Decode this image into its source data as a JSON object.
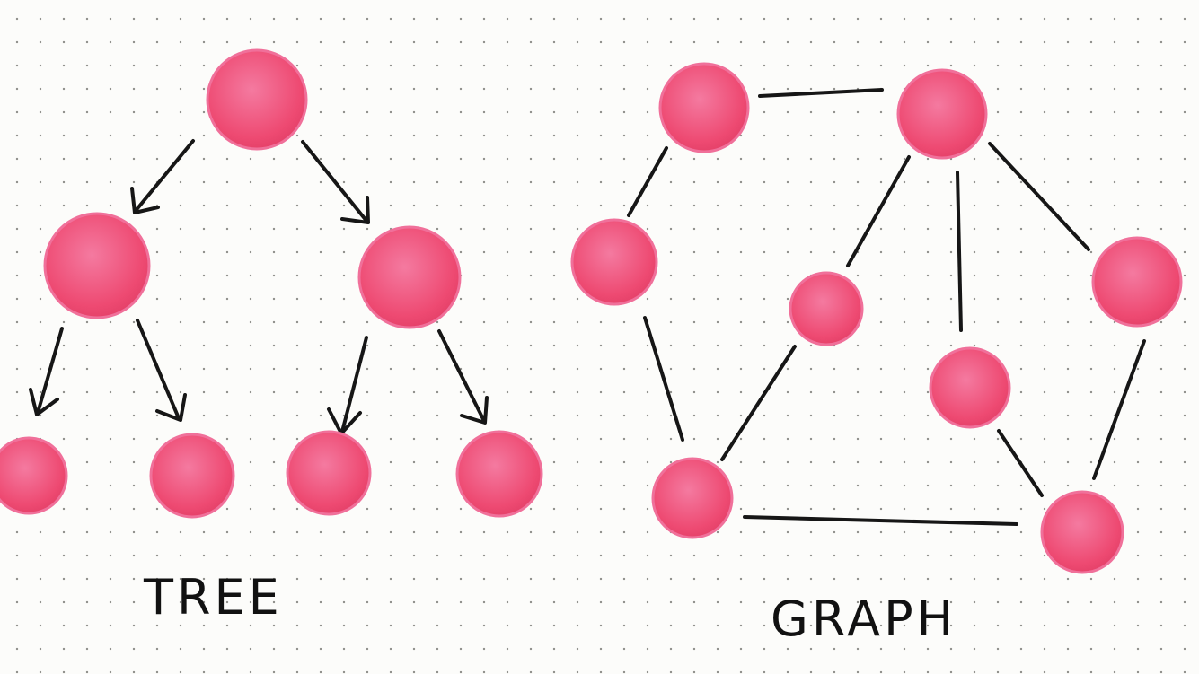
{
  "labels": {
    "tree": "TREE",
    "graph": "GRAPH"
  },
  "colors": {
    "node": "#ee4a72",
    "node_light": "#f47aa0",
    "edge": "#161616",
    "background": "#fcfcfa",
    "grid_dot": "#8a8a86"
  },
  "tree": {
    "nodes": [
      "root",
      "left",
      "right",
      "left-left",
      "left-right",
      "right-left",
      "right-right"
    ],
    "edges": [
      {
        "from": "root",
        "to": "left",
        "directed": true
      },
      {
        "from": "root",
        "to": "right",
        "directed": true
      },
      {
        "from": "left",
        "to": "left-left",
        "directed": true
      },
      {
        "from": "left",
        "to": "left-right",
        "directed": true
      },
      {
        "from": "right",
        "to": "right-left",
        "directed": true
      },
      {
        "from": "right",
        "to": "right-right",
        "directed": true
      }
    ]
  },
  "graph": {
    "nodes": [
      "top-left",
      "top-right",
      "mid-left",
      "center",
      "right",
      "lower-center",
      "bottom-left",
      "bottom-right"
    ],
    "edges": [
      {
        "from": "top-left",
        "to": "top-right",
        "directed": false
      },
      {
        "from": "top-left",
        "to": "mid-left",
        "directed": false
      },
      {
        "from": "mid-left",
        "to": "bottom-left",
        "directed": false
      },
      {
        "from": "center",
        "to": "bottom-left",
        "directed": false
      },
      {
        "from": "top-right",
        "to": "center",
        "directed": false
      },
      {
        "from": "top-right",
        "to": "lower-center",
        "directed": false
      },
      {
        "from": "top-right",
        "to": "right",
        "directed": false
      },
      {
        "from": "right",
        "to": "bottom-right",
        "directed": false
      },
      {
        "from": "lower-center",
        "to": "bottom-right",
        "directed": false
      },
      {
        "from": "bottom-left",
        "to": "bottom-right",
        "directed": false
      }
    ]
  }
}
